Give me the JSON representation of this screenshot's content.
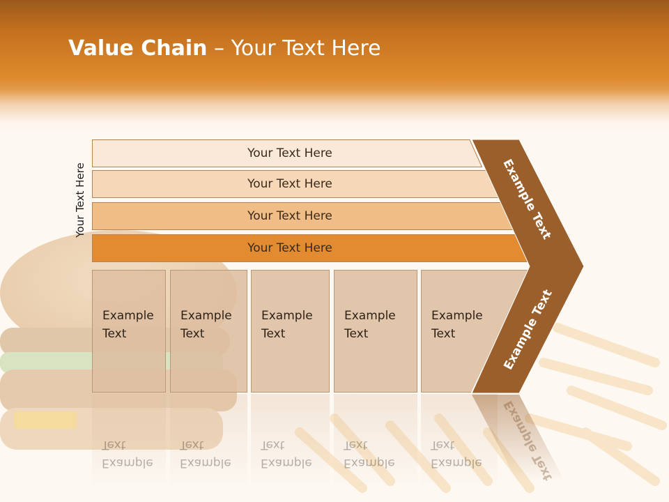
{
  "title": {
    "bold": "Value Chain",
    "rest": " – Your Text Here"
  },
  "side_label": "Your Text Here",
  "bars": [
    {
      "label": "Your Text Here",
      "color": "#fae9d9"
    },
    {
      "label": "Your Text Here",
      "color": "#f6d8b8"
    },
    {
      "label": "Your Text Here",
      "color": "#f0bd86"
    },
    {
      "label": "Your Text Here",
      "color": "#e28b30"
    }
  ],
  "boxes": [
    {
      "text": "Example\nText"
    },
    {
      "text": "Example\nText"
    },
    {
      "text": "Example\nText"
    },
    {
      "text": "Example\nText"
    },
    {
      "text": "Example\nText"
    }
  ],
  "chevron": {
    "top_label": "Example Text",
    "bottom_label": "Example Text",
    "color": "#9a5f2a"
  }
}
